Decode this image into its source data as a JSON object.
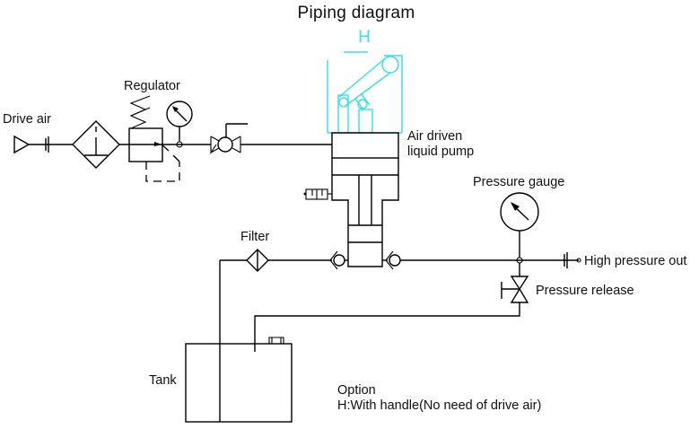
{
  "title": "Piping diagram",
  "labels": {
    "drive_air": "Drive air",
    "regulator": "Regulator",
    "air_driven_pump_line1": "Air driven",
    "air_driven_pump_line2": "liquid pump",
    "filter": "Filter",
    "pressure_gauge": "Pressure gauge",
    "high_pressure_out": "High pressure out",
    "pressure_release": "Pressure release",
    "tank": "Tank"
  },
  "option": {
    "heading": "Option",
    "handle_option_letter": "H",
    "description": "H:With handle(No need of drive air)"
  },
  "colors": {
    "line": "#000000",
    "option_highlight": "#33e0e8"
  },
  "components": [
    "drive-air-inlet",
    "quick-coupler",
    "air-filter",
    "regulator",
    "air-gauge",
    "air-valve",
    "air-driven-liquid-pump",
    "muffler",
    "inlet-check-valve",
    "outlet-check-valve",
    "liquid-filter",
    "pressure-gauge",
    "high-pressure-coupler",
    "pressure-release-valve",
    "tank",
    "handle-option"
  ]
}
